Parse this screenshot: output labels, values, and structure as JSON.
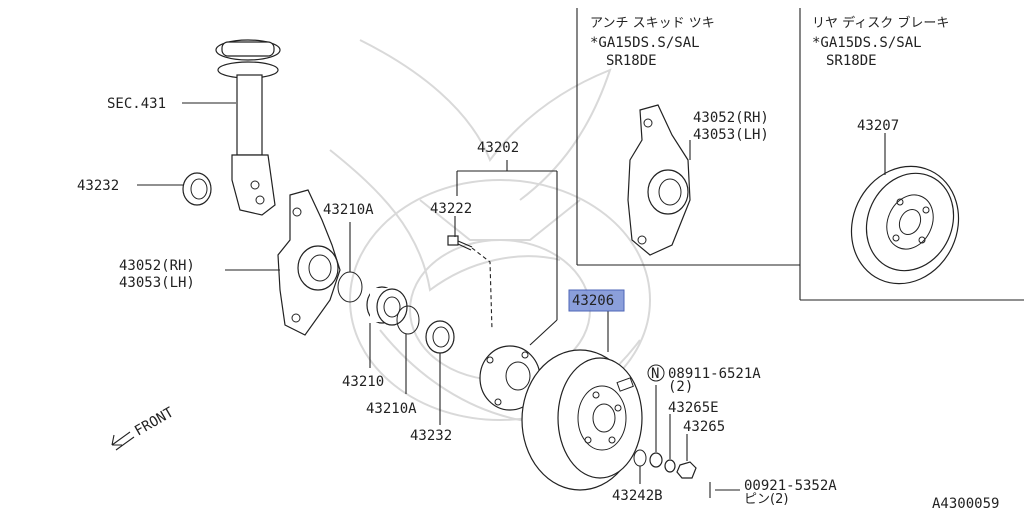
{
  "diagram_id": "A4300059",
  "colors": {
    "highlight": "#7f95d8",
    "line": "#222222",
    "watermark": "#d9d9d9"
  },
  "labels": {
    "sec431": "SEC.431",
    "p43232_top": "43232",
    "p43210a_top": "43210A",
    "p43052": "43052(RH)",
    "p43053": "43053(LH)",
    "p43202": "43202",
    "p43222": "43222",
    "p43206": "43206",
    "p08911": "08911-6521A",
    "p08911_qty": "(2)",
    "p43265e": "43265E",
    "p43265": "43265",
    "p43210": "43210",
    "p43210a_bot": "43210A",
    "p43232_bot": "43232",
    "p43242b": "43242B",
    "p00921": "00921-5352A",
    "pin_qty": "ピン(2)",
    "front": "FRONT",
    "n_mark": "N"
  },
  "inset_abs": {
    "title": "アンチ スキッド ツキ",
    "line2": "*GA15DS.S/SAL",
    "line3": "SR18DE",
    "p43052": "43052(RH)",
    "p43053": "43053(LH)"
  },
  "inset_disc": {
    "title": "リヤ ディスク ブレーキ",
    "line2": "*GA15DS.S/SAL",
    "line3": "SR18DE",
    "p43207": "43207"
  }
}
